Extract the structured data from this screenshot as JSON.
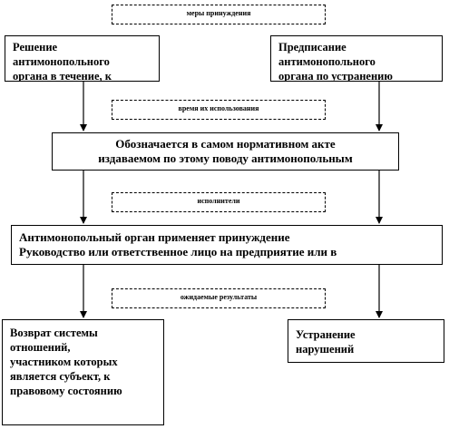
{
  "labels": {
    "measures": "меры принуждения",
    "timing": "время их использования",
    "executors": "исполнители",
    "results": "ожидаемые результаты"
  },
  "boxes": {
    "decision": [
      "Решение",
      "антимонопольного",
      "органа в течение, к"
    ],
    "order": [
      "Предписание",
      "антимонопольного",
      "органа по устранению"
    ],
    "normative": [
      "Обозначается в самом нормативном акте",
      "издаваемом по этому поводу антимонопольным"
    ],
    "executor": [
      "Антимонопольный орган применяет принуждение",
      "Руководство или ответственное лицо на предприятие или в"
    ],
    "restore": [
      "Возврат системы",
      "отношений,",
      "участником которых",
      "является субъект, к",
      "правовому состоянию"
    ],
    "eliminate": [
      "Устранение",
      "нарушений"
    ]
  }
}
